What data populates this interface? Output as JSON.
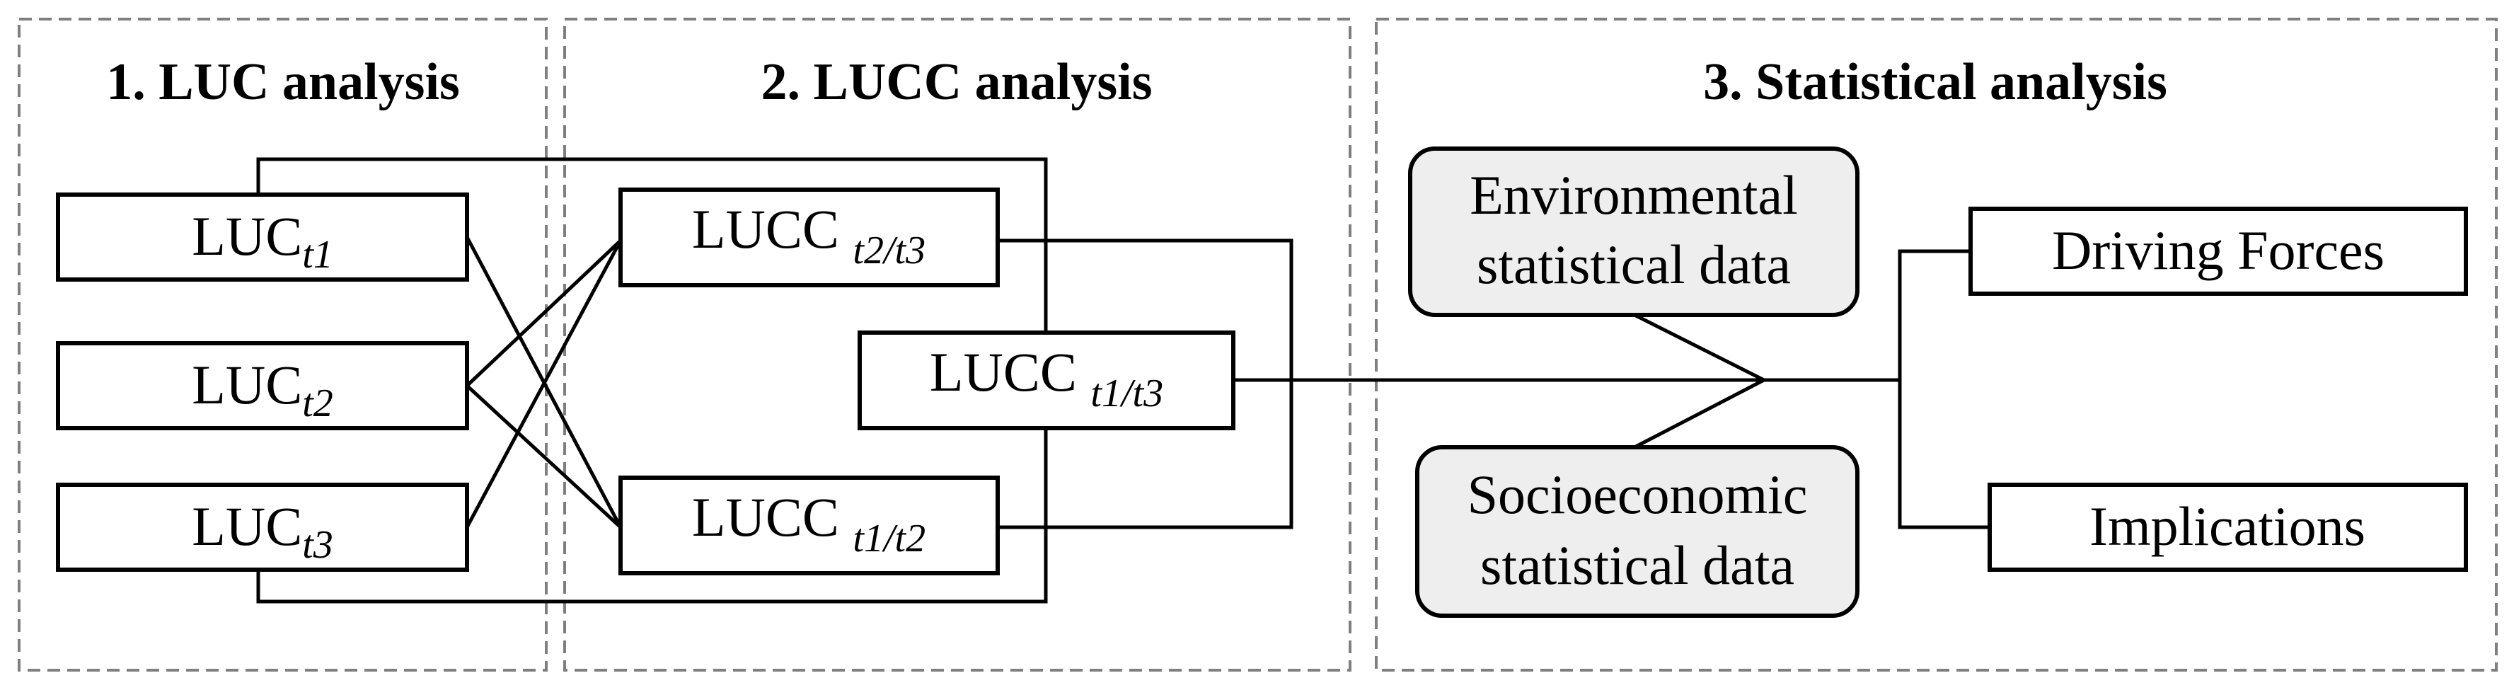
{
  "sections": [
    {
      "title": "1. LUC analysis"
    },
    {
      "title": "2. LUCC analysis"
    },
    {
      "title": "3. Statistical analysis"
    }
  ],
  "nodes": {
    "luc_t1": {
      "main": "LUC",
      "sub": "t1"
    },
    "luc_t2": {
      "main": "LUC",
      "sub": "t2"
    },
    "luc_t3": {
      "main": "LUC",
      "sub": "t3"
    },
    "lucc_t2t3": {
      "main": "LUCC ",
      "sub": "t2/t3"
    },
    "lucc_t1t3": {
      "main": "LUCC ",
      "sub": "t1/t3"
    },
    "lucc_t1t2": {
      "main": "LUCC ",
      "sub": "t1/t2"
    },
    "env_data": {
      "line1": "Environmental",
      "line2": "statistical data"
    },
    "socio_data": {
      "line1": "Socioeconomic",
      "line2": "statistical data"
    },
    "driving_forces": {
      "label": "Driving Forces"
    },
    "implications": {
      "label": "Implications"
    }
  },
  "colors": {
    "box_fill": "#ffffff",
    "data_box_fill": "#eeeeee",
    "stroke": "#000000",
    "dash": "#7f7f7f"
  }
}
